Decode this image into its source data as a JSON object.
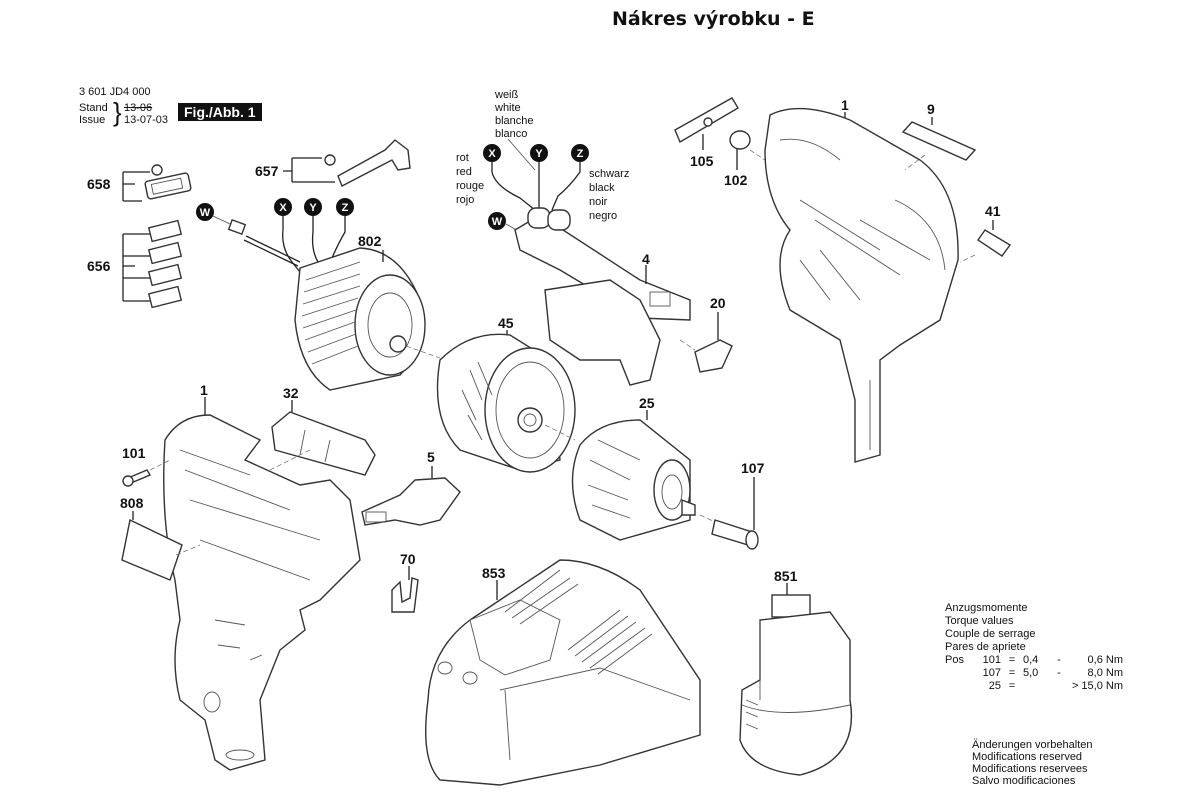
{
  "title": "Nákres výrobku - E",
  "header": {
    "document_number": "3 601 JD4 000",
    "stand_label": "Stand",
    "issue_label": "Issue",
    "old_date": "13-06",
    "issue_date": "13-07-03",
    "figure_badge": "Fig./Abb. 1"
  },
  "wire_legend": {
    "white": [
      "weiß",
      "white",
      "blanche",
      "blanco"
    ],
    "red": [
      "rot",
      "red",
      "rouge",
      "rojo"
    ],
    "black": [
      "schwarz",
      "black",
      "noir",
      "negro"
    ]
  },
  "connection_markers": {
    "top_group": [
      "X",
      "Y",
      "Z",
      "W"
    ],
    "motor_group": [
      "X",
      "Y",
      "Z",
      "W"
    ]
  },
  "part_labels": {
    "p658": "658",
    "p656": "656",
    "p657": "657",
    "p802": "802",
    "p4": "4",
    "p20": "20",
    "p45": "45",
    "p25": "25",
    "p107": "107",
    "p105": "105",
    "p102": "102",
    "p1_right": "1",
    "p9": "9",
    "p41": "41",
    "p1_left": "1",
    "p32": "32",
    "p101": "101",
    "p808": "808",
    "p5": "5",
    "p70": "70",
    "p853": "853",
    "p851": "851"
  },
  "torque_table": {
    "headings": [
      "Anzugsmomente",
      "Torque values",
      "Couple de serrage",
      "Pares de apriete"
    ],
    "pos_label": "Pos",
    "rows": [
      {
        "pos": "101",
        "eq": "=",
        "min": "0,4",
        "dash": "-",
        "max": "0,6 Nm"
      },
      {
        "pos": "107",
        "eq": "=",
        "min": "5,0",
        "dash": "-",
        "max": "8,0 Nm"
      },
      {
        "pos": "25",
        "eq": "=",
        "min": "",
        "dash": "",
        "max": "> 15,0 Nm"
      }
    ]
  },
  "notice": [
    "Änderungen vorbehalten",
    "Modifications reserved",
    "Modifications reservees",
    "Salvo modificaciones"
  ]
}
